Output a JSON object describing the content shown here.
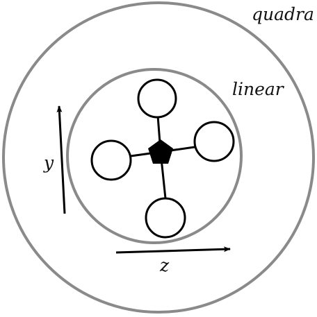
{
  "labels": {
    "quadratic": "quadra",
    "linear": "linear",
    "y_axis": "y",
    "z_axis": "z"
  },
  "colors": {
    "ring_stroke": "#8a8a8a",
    "rotor_stroke": "#000000",
    "body_fill": "#000000",
    "arrow": "#000000",
    "background": "#ffffff"
  },
  "icons": {
    "body": "pentagon",
    "rotor": "circle"
  }
}
